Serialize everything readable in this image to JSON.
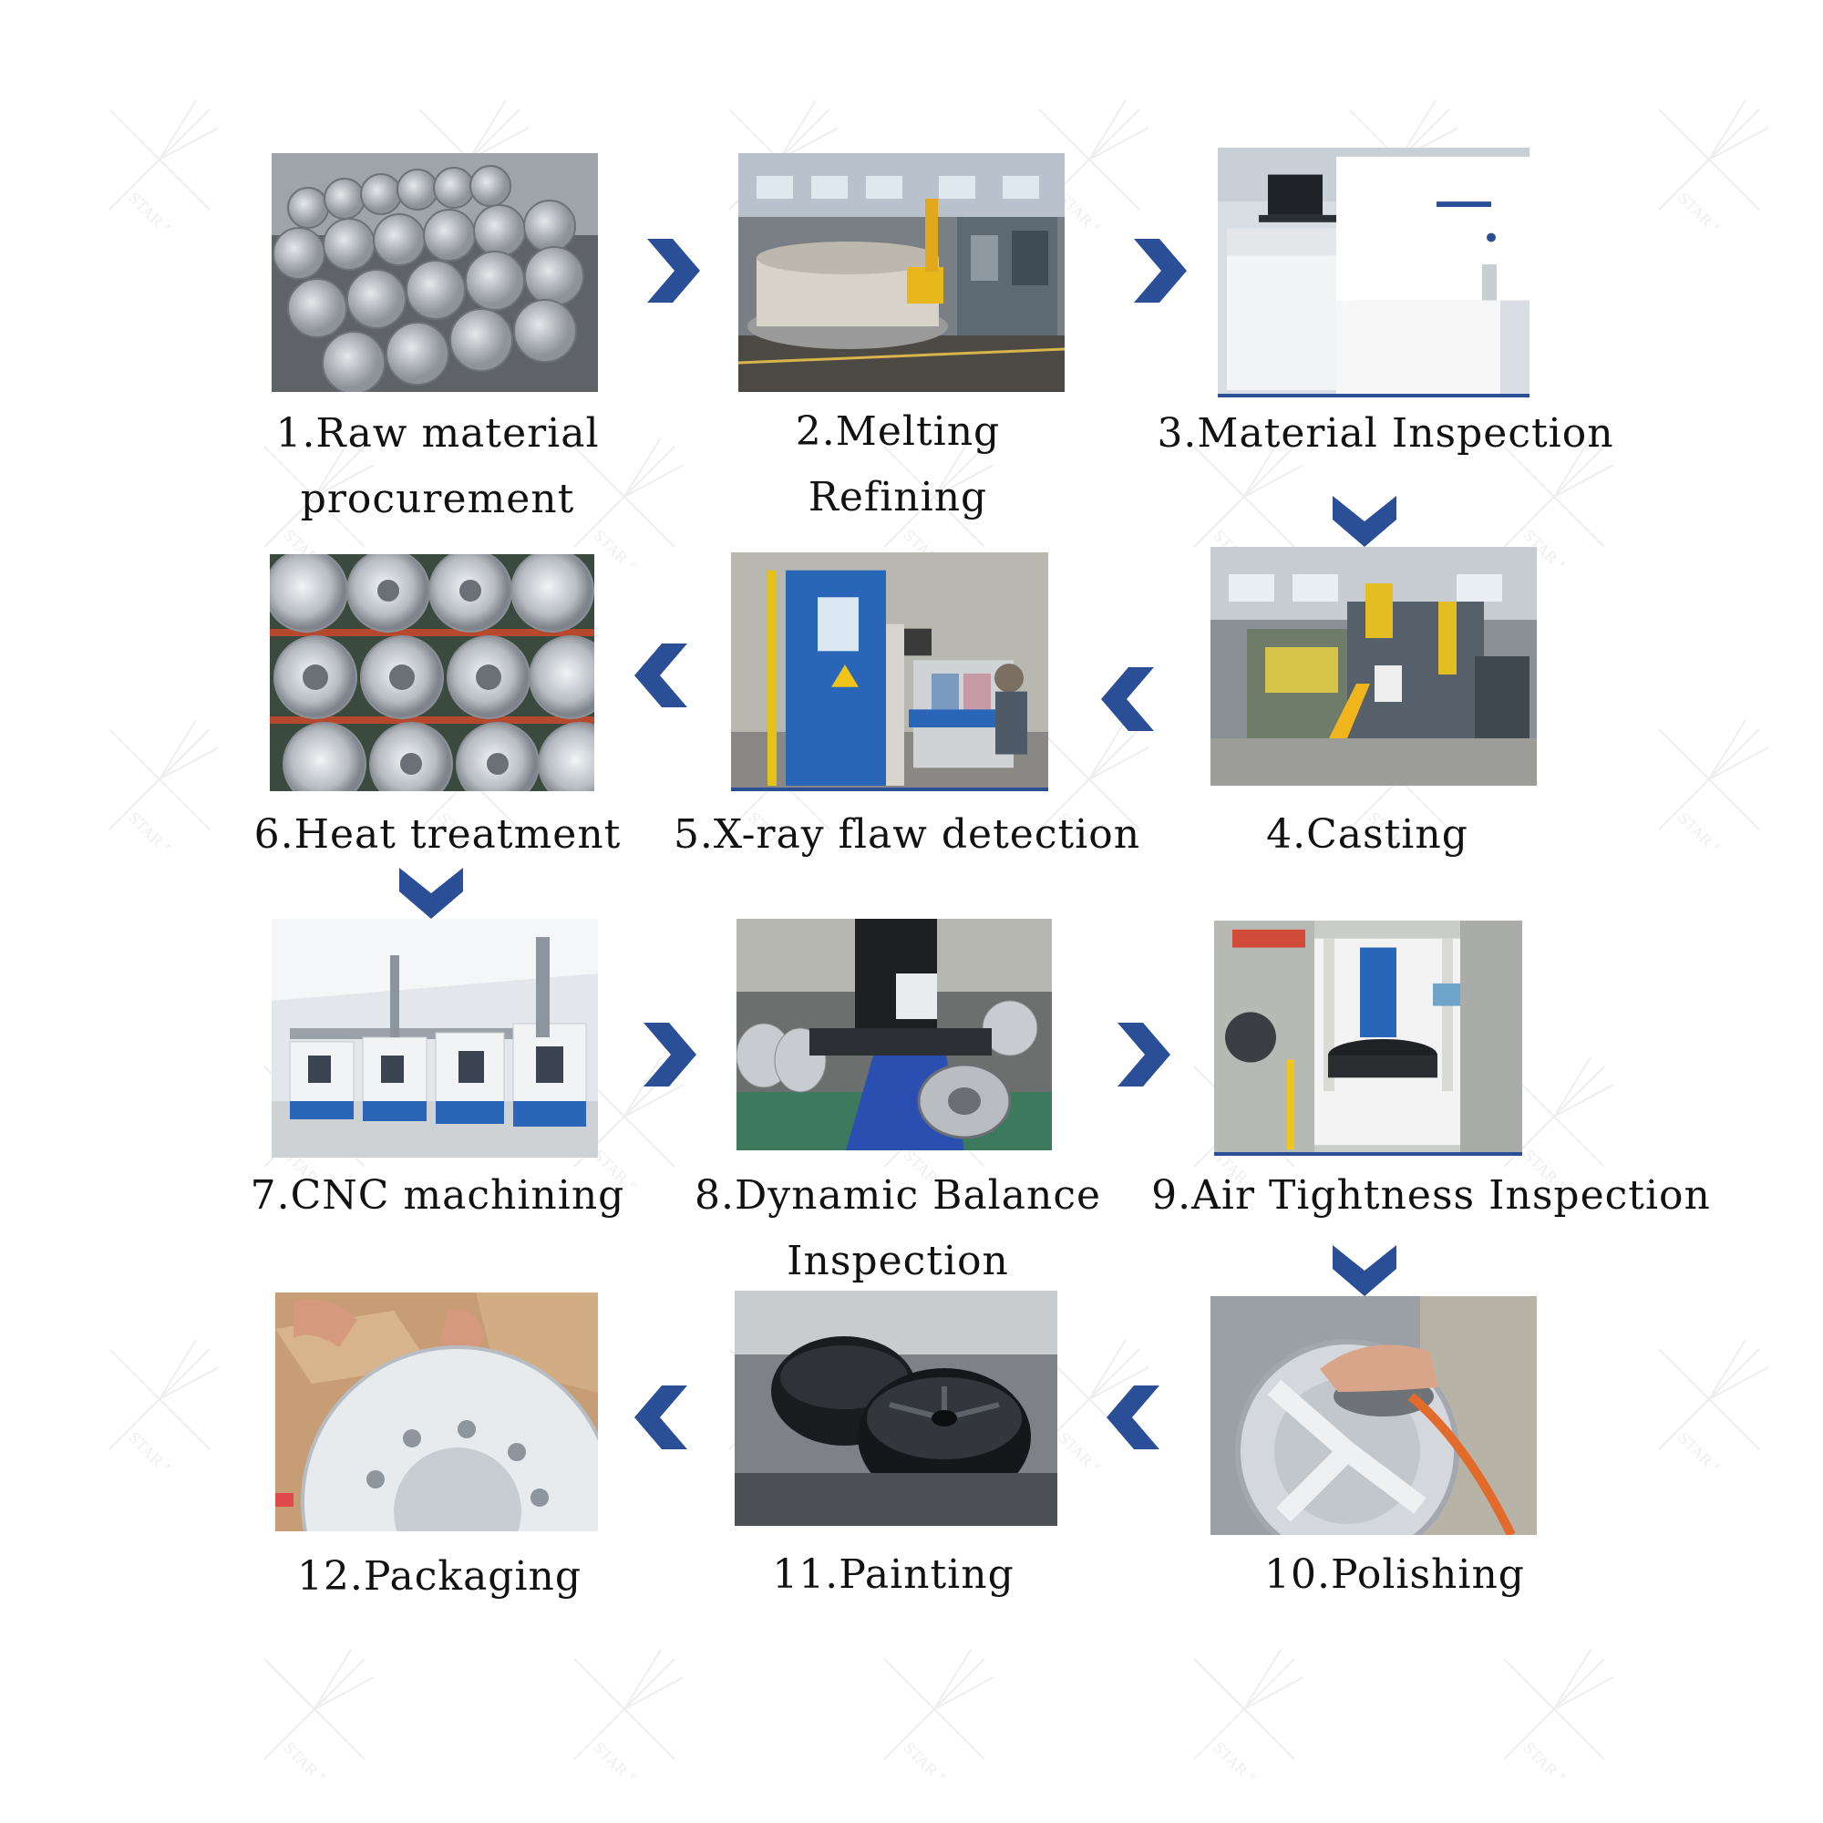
{
  "accent_color": "#2a4f96",
  "watermark": {
    "text": "STAR ROAD",
    "icon": "star-road-logo-icon"
  },
  "steps": [
    {
      "line1": "1.Raw material",
      "line2": "procurement",
      "image": "aluminum-bars-photo-icon"
    },
    {
      "line1": "2.Melting",
      "line2": "Refining",
      "image": "melting-furnace-photo-icon"
    },
    {
      "line1": "3.Material Inspection",
      "line2": "",
      "image": "spectrometer-photo-icon"
    },
    {
      "line1": "4.Casting",
      "line2": "",
      "image": "casting-machine-photo-icon"
    },
    {
      "line1": "5.X-ray flaw detection",
      "line2": "",
      "image": "xray-cabinet-photo-icon"
    },
    {
      "line1": "6.Heat treatment",
      "line2": "",
      "image": "stacked-wheels-photo-icon"
    },
    {
      "line1": "7.CNC machining",
      "line2": "",
      "image": "cnc-line-photo-icon"
    },
    {
      "line1": "8.Dynamic Balance",
      "line2": "Inspection",
      "image": "balancer-photo-icon"
    },
    {
      "line1": "9.Air Tightness Inspection",
      "line2": "",
      "image": "air-tester-photo-icon"
    },
    {
      "line1": "10.Polishing",
      "line2": "",
      "image": "polishing-photo-icon"
    },
    {
      "line1": "11.Painting",
      "line2": "",
      "image": "black-wheels-photo-icon"
    },
    {
      "line1": "12.Packaging",
      "line2": "",
      "image": "wheel-box-photo-icon"
    }
  ]
}
